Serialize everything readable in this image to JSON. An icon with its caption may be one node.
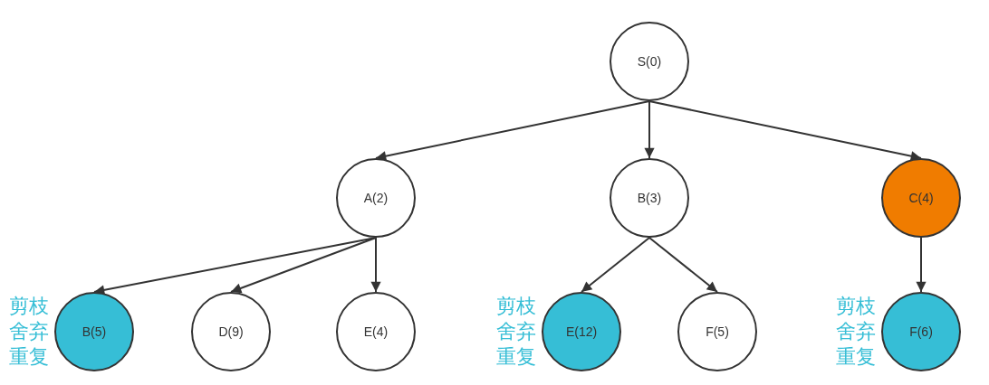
{
  "diagram": {
    "nodes": [
      {
        "text": [
          "S(0)"
        ]
      },
      {
        "text": [
          "A(2)"
        ]
      },
      {
        "text": [
          "B(3)"
        ]
      },
      {
        "text": [
          "C(4)"
        ]
      },
      {
        "text": [
          "B(5)"
        ],
        "beside": [
          "剪枝舍弃重复"
        ]
      },
      {
        "text": [
          "D(9)"
        ]
      },
      {
        "text": [
          "E(4)"
        ]
      },
      {
        "text": [
          "E(12)"
        ],
        "beside": [
          "剪枝舍弃重复"
        ]
      },
      {
        "text": [
          "F(5)"
        ]
      },
      {
        "text": [
          "F(6)"
        ],
        "beside": [
          "剪枝舍弃重复"
        ]
      }
    ],
    "edges": [
      {
        "from": 0,
        "to": 1,
        "arrow": "to"
      },
      {
        "from": 0,
        "to": 2,
        "arrow": "to"
      },
      {
        "from": 0,
        "to": 3,
        "arrow": "to"
      },
      {
        "from": 1,
        "to": 4,
        "arrow": "to"
      },
      {
        "from": 1,
        "to": 5,
        "arrow": "to"
      },
      {
        "from": 1,
        "to": 6,
        "arrow": "to"
      },
      {
        "from": 2,
        "to": 7,
        "arrow": "to"
      },
      {
        "from": 2,
        "to": 8,
        "arrow": "to"
      },
      {
        "from": 3,
        "to": 9,
        "arrow": "to"
      }
    ]
  }
}
